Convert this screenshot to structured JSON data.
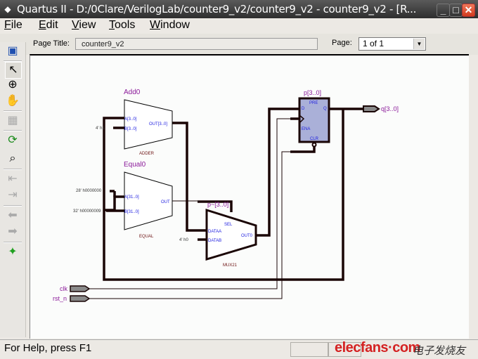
{
  "window": {
    "title": "Quartus II - D:/0Clare/VerilogLab/counter9_v2/counter9_v2 - counter9_v2 - [R...",
    "app_icon": "quartus-icon",
    "controls": {
      "minimize": "_",
      "maximize": "□",
      "close": "✕"
    }
  },
  "menubar": {
    "items": [
      {
        "label": "File",
        "mnemonic": "F",
        "rest": "ile"
      },
      {
        "label": "Edit",
        "mnemonic": "E",
        "rest": "dit"
      },
      {
        "label": "View",
        "mnemonic": "V",
        "rest": "iew"
      },
      {
        "label": "Tools",
        "mnemonic": "T",
        "rest": "ools"
      },
      {
        "label": "Window",
        "mnemonic": "W",
        "rest": "indow"
      }
    ]
  },
  "toolstrip": {
    "page_title_label": "Page Title:",
    "page_title_value": "counter9_v2",
    "page_label": "Page:",
    "page_value": "1 of 1"
  },
  "left_toolbar": {
    "items": [
      {
        "name": "netlist-navigator-icon",
        "glyph": "🖳"
      },
      {
        "name": "selection-tool-icon",
        "glyph": "↖"
      },
      {
        "name": "zoom-tool-icon",
        "glyph": "⊕"
      },
      {
        "name": "hand-tool-icon",
        "glyph": "✋"
      },
      {
        "name": "fit-window-icon",
        "glyph": "▦"
      },
      {
        "name": "refresh-icon",
        "glyph": "⟳"
      },
      {
        "name": "find-icon",
        "glyph": "⌕"
      },
      {
        "name": "previous-page-icon",
        "glyph": "⇤"
      },
      {
        "name": "next-page-icon",
        "glyph": "⇥"
      },
      {
        "name": "back-icon",
        "glyph": "⬅"
      },
      {
        "name": "forward-icon",
        "glyph": "➡"
      },
      {
        "name": "parrot-icon",
        "glyph": "🦜"
      }
    ]
  },
  "schematic": {
    "colors": {
      "instance_name": "#8b1a9a",
      "port_label": "#2020e0",
      "type_label": "#6b1010",
      "wire": "#1a0505",
      "register_fill": "#aab0d8",
      "pin_fill": "#8a8a8a"
    },
    "adder": {
      "instance": "Add0",
      "type": "ADDER",
      "ports": {
        "a": "A[3..0]",
        "b": "B[3..0]",
        "out": "OUT[3..0]"
      },
      "const_b": "4' h1"
    },
    "equal": {
      "instance": "Equal0",
      "type": "EQUAL",
      "ports": {
        "a": "A[31..0]",
        "b": "B[31..0]",
        "out": "OUT"
      },
      "const_a": "28' h0000000",
      "const_b": "32' h00000009"
    },
    "mux": {
      "instance": "p~[3..0]",
      "type": "MUX21",
      "ports": {
        "sel": "SEL",
        "dataa": "DATAA",
        "datab": "DATAB",
        "out": "OUT0"
      },
      "const_b": "4' h0"
    },
    "register": {
      "instance": "p[3..0]",
      "ports": {
        "pre": "PRE",
        "d": "D",
        "q": "Q",
        "ena": "ENA",
        "clr": "CLR"
      }
    },
    "inputs": [
      {
        "name": "clk"
      },
      {
        "name": "rst_n"
      }
    ],
    "outputs": [
      {
        "name": "q[3..0]"
      }
    ]
  },
  "statusbar": {
    "help_text": "For Help, press F1",
    "watermark": "elecfans·com",
    "watermark_cn": "电子发烧友"
  }
}
